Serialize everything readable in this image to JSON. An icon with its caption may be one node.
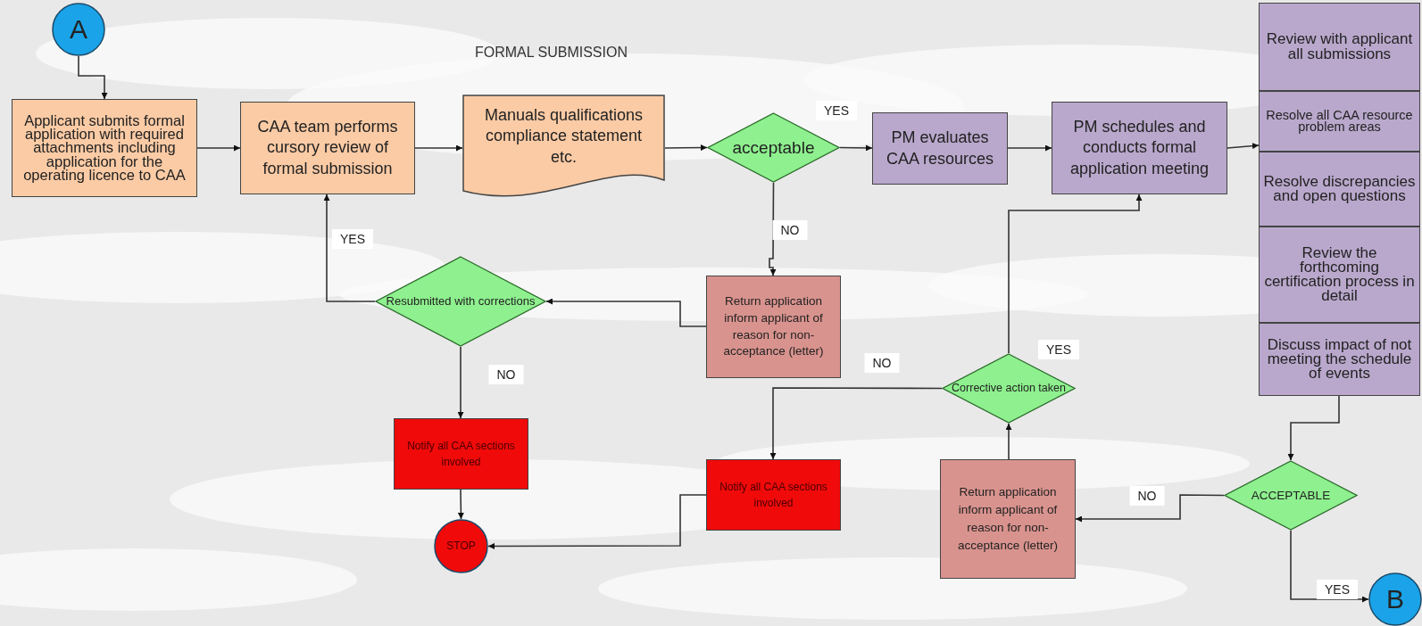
{
  "diagram": {
    "nodes": [
      {
        "text": [
          "A"
        ]
      },
      {
        "text": [
          "Applicant submits formal application with required attachments including application for the operating licence to CAA"
        ]
      },
      {
        "text": [
          "CAA team performs cursory review of formal submission"
        ]
      },
      {
        "text": [
          "Manuals qualifications compliance statement etc."
        ]
      },
      {
        "text": [
          "acceptable"
        ]
      },
      {
        "text": [
          "PM evaluates CAA resources"
        ]
      },
      {
        "text": [
          "PM schedules and conducts formal application meeting"
        ]
      },
      {
        "text": [
          "Review with applicant all submissions"
        ]
      },
      {
        "text": [
          "Resolve all CAA resource problem areas"
        ]
      },
      {
        "text": [
          "Resolve discrepancies and open questions"
        ]
      },
      {
        "text": [
          "Review the forthcoming certification process in detail"
        ]
      },
      {
        "text": [
          "Discuss impact of not meeting the schedule of events"
        ]
      },
      {
        "text": [
          "Resubmitted with corrections"
        ]
      },
      {
        "text": [
          "Return application inform applicant of reason for non-acceptance (letter)"
        ]
      },
      {
        "text": [
          "Corrective action taken"
        ]
      },
      {
        "text": [
          "Notify all CAA sections involved"
        ]
      },
      {
        "text": [
          "Notify all CAA sections involved"
        ]
      },
      {
        "text": [
          "Return application inform applicant of reason for non-acceptance (letter)"
        ]
      },
      {
        "text": [
          "ACCEPTABLE"
        ]
      },
      {
        "text": [
          "STOP"
        ]
      },
      {
        "text": [
          "B"
        ]
      }
    ],
    "edges": [
      {
        "from": 0,
        "to": 1,
        "arrow": "to"
      },
      {
        "from": 1,
        "to": 2,
        "arrow": "to"
      },
      {
        "from": 2,
        "to": 3,
        "arrow": "to"
      },
      {
        "from": 3,
        "to": 4,
        "arrow": "to"
      },
      {
        "from": 4,
        "to": 5,
        "arrow": "to",
        "label": "YES"
      },
      {
        "from": 5,
        "to": 6,
        "arrow": "to"
      },
      {
        "from": 6,
        "to": 8,
        "arrow": "to"
      },
      {
        "from": 4,
        "to": 13,
        "arrow": "to",
        "label": "NO"
      },
      {
        "from": 13,
        "to": 12,
        "arrow": "to"
      },
      {
        "from": 12,
        "to": 2,
        "arrow": "to",
        "label": "YES"
      },
      {
        "from": 12,
        "to": 15,
        "arrow": "to",
        "label": "NO"
      },
      {
        "from": 15,
        "to": 19,
        "arrow": "to"
      },
      {
        "from": 16,
        "to": 19,
        "arrow": "to"
      },
      {
        "from": 14,
        "to": 16,
        "arrow": "to",
        "label": "NO"
      },
      {
        "from": 14,
        "to": 6,
        "arrow": "to",
        "label": "YES"
      },
      {
        "from": 17,
        "to": 14,
        "arrow": "to"
      },
      {
        "from": 11,
        "to": 18,
        "arrow": "to"
      },
      {
        "from": 18,
        "to": 17,
        "arrow": "to",
        "label": "NO"
      },
      {
        "from": 18,
        "to": 20,
        "arrow": "to",
        "label": "YES"
      }
    ],
    "labels": [
      "FORMAL SUBMISSION"
    ]
  }
}
